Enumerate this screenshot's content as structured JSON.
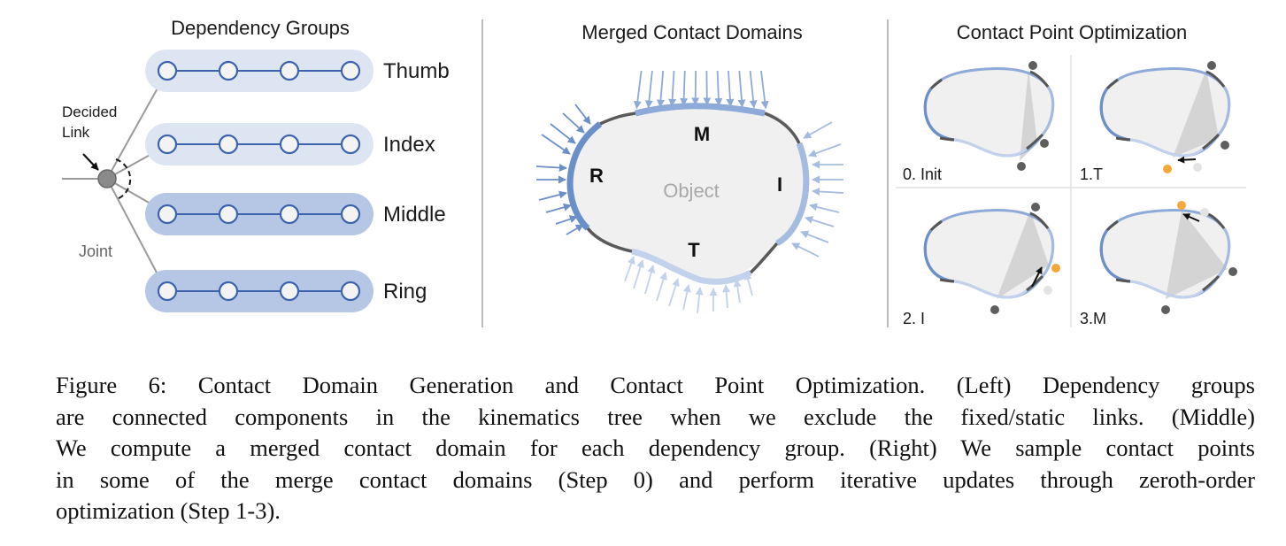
{
  "figure": {
    "panels": {
      "left": {
        "title": "Dependency Groups",
        "annotations": {
          "decided_link": [
            "Decided",
            "Link"
          ],
          "joint": "Joint"
        },
        "groups": [
          {
            "name": "Thumb",
            "nodes": 4,
            "shade": "light"
          },
          {
            "name": "Index",
            "nodes": 4,
            "shade": "light"
          },
          {
            "name": "Middle",
            "nodes": 4,
            "shade": "dark"
          },
          {
            "name": "Ring",
            "nodes": 4,
            "shade": "dark"
          }
        ]
      },
      "middle": {
        "title": "Merged Contact Domains",
        "object_label": "Object",
        "domain_labels": {
          "ring": "R",
          "middle": "M",
          "index": "I",
          "thumb": "T"
        }
      },
      "right": {
        "title": "Contact Point Optimization",
        "steps": [
          {
            "label": "0. Init"
          },
          {
            "label": "1.T"
          },
          {
            "label": "2. I"
          },
          {
            "label": "3.M"
          }
        ]
      }
    },
    "colors": {
      "ring": "#6b8fc8",
      "middle": "#8eaad8",
      "index": "#a5bbe0",
      "thumb": "#c3d2ec",
      "gap": "#555555",
      "object_fill": "#f0f0f0",
      "group_light": "#dde5f3",
      "group_dark": "#b5c7e5",
      "node_stroke": "#3d63ad",
      "contact_point": "#5e5e5e",
      "new_point": "#f5a83a",
      "old_point": "#e3e3e3"
    }
  },
  "caption": {
    "lines": [
      "Figure 6: Contact Domain Generation and Contact Point Optimization. (Left) Dependency groups",
      "are connected components in the kinematics tree when we exclude the fixed/static links. (Middle)",
      "We compute a merged contact domain for each dependency group. (Right) We sample contact points",
      "in some of the merge contact domains (Step 0) and perform iterative updates through zeroth-order",
      "optimization (Step 1-3)."
    ]
  }
}
